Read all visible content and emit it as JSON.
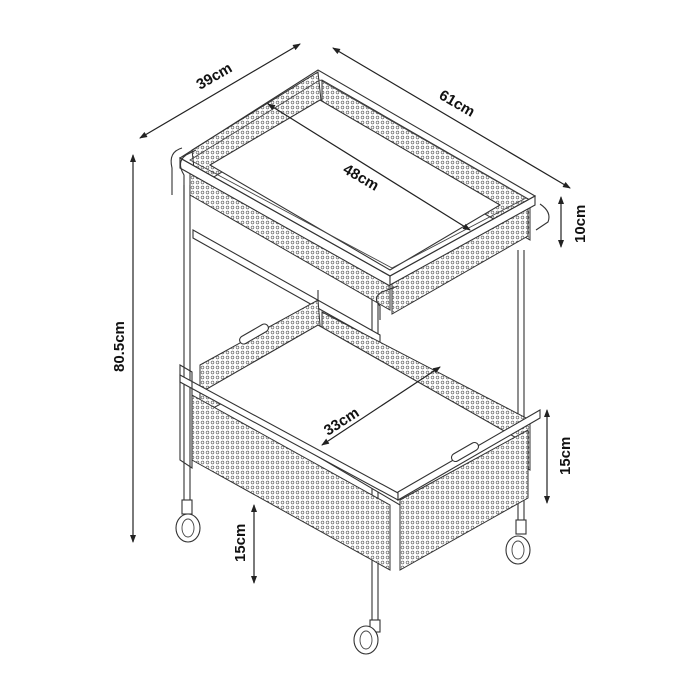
{
  "diagram": {
    "subject": "Two-tier rolling cart with mesh baskets",
    "dimensions": {
      "depth": "39cm",
      "width": "61cm",
      "inner_length": "48cm",
      "top_basket_height": "10cm",
      "total_height": "80.5cm",
      "inner_depth": "33cm",
      "bottom_basket_height": "15cm",
      "ground_clearance": "15cm"
    },
    "colors": {
      "line": "#333333",
      "background": "#ffffff",
      "text": "#111111"
    }
  }
}
